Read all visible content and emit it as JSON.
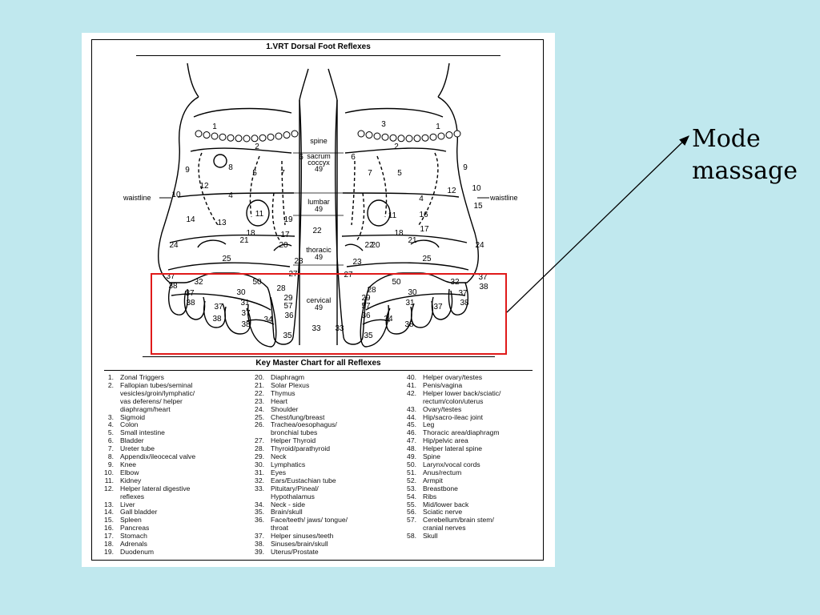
{
  "callout": {
    "line1": "Mode",
    "line2": "massage"
  },
  "chart": {
    "title": "1.VRT Dorsal Foot Reflexes",
    "key_title": "Key Master Chart for all Reflexes",
    "center_labels": [
      "spine",
      "sacrum",
      "coccyx",
      "49",
      "lumbar",
      "49",
      "thoracic",
      "49",
      "cervical",
      "49"
    ],
    "waist_labels": [
      "waistline",
      "waistline"
    ],
    "left_numbers": [
      "1",
      "2",
      "6",
      "9",
      "8",
      "5",
      "7",
      "12",
      "10",
      "4",
      "11",
      "13",
      "14",
      "19",
      "18",
      "17",
      "22",
      "21",
      "20",
      "24",
      "25",
      "23",
      "27",
      "37",
      "38",
      "32",
      "50",
      "28",
      "29",
      "30",
      "37",
      "31",
      "57",
      "38",
      "37",
      "37",
      "36",
      "34",
      "33",
      "38",
      "38",
      "35"
    ],
    "right_numbers": [
      "3",
      "1",
      "2",
      "6",
      "7",
      "5",
      "9",
      "12",
      "10",
      "4",
      "15",
      "11",
      "16",
      "17",
      "18",
      "21",
      "22",
      "20",
      "24",
      "25",
      "23",
      "27",
      "28",
      "50",
      "29",
      "57",
      "32",
      "37",
      "38",
      "30",
      "31",
      "37",
      "38",
      "36",
      "34",
      "33",
      "37",
      "38",
      "35"
    ],
    "key": {
      "col1": [
        {
          "n": "1.",
          "t": "Zonal Triggers"
        },
        {
          "n": "2.",
          "t": "Fallopian tubes/seminal\nvesicles/groin/lymphatic/\nvas deferens/ helper\ndiaphragm/heart"
        },
        {
          "n": "3.",
          "t": "Sigmoid"
        },
        {
          "n": "4.",
          "t": "Colon"
        },
        {
          "n": "5.",
          "t": "Small intestine"
        },
        {
          "n": "6.",
          "t": "Bladder"
        },
        {
          "n": "7.",
          "t": "Ureter tube"
        },
        {
          "n": "8.",
          "t": "Appendix/ileocecal valve"
        },
        {
          "n": "9.",
          "t": "Knee"
        },
        {
          "n": "10.",
          "t": "Elbow"
        },
        {
          "n": "11.",
          "t": "Kidney"
        },
        {
          "n": "12.",
          "t": "Helper lateral digestive\nreflexes"
        },
        {
          "n": "13.",
          "t": "Liver"
        },
        {
          "n": "14.",
          "t": "Gall bladder"
        },
        {
          "n": "15.",
          "t": "Spleen"
        },
        {
          "n": "16.",
          "t": "Pancreas"
        },
        {
          "n": "17.",
          "t": "Stomach"
        },
        {
          "n": "18.",
          "t": "Adrenals"
        },
        {
          "n": "19.",
          "t": "Duodenum"
        }
      ],
      "col2": [
        {
          "n": "20.",
          "t": "Diaphragm"
        },
        {
          "n": "21.",
          "t": "Solar Plexus"
        },
        {
          "n": "22.",
          "t": "Thymus"
        },
        {
          "n": "23.",
          "t": "Heart"
        },
        {
          "n": "24.",
          "t": "Shoulder"
        },
        {
          "n": "25.",
          "t": "Chest/lung/breast"
        },
        {
          "n": "26.",
          "t": "Trachea/oesophagus/\nbronchial tubes"
        },
        {
          "n": "27.",
          "t": "Helper Thyroid"
        },
        {
          "n": "28.",
          "t": "Thyroid/parathyroid"
        },
        {
          "n": "29.",
          "t": "Neck"
        },
        {
          "n": "30.",
          "t": "Lymphatics"
        },
        {
          "n": "31.",
          "t": "Eyes"
        },
        {
          "n": "32.",
          "t": "Ears/Eustachian tube"
        },
        {
          "n": "33.",
          "t": "Pituitary/Pineal/\nHypothalamus"
        },
        {
          "n": "34.",
          "t": "Neck - side"
        },
        {
          "n": "35.",
          "t": "Brain/skull"
        },
        {
          "n": "36.",
          "t": "Face/teeth/ jaws/ tongue/\nthroat"
        },
        {
          "n": "37.",
          "t": "Helper sinuses/teeth"
        },
        {
          "n": "38.",
          "t": "Sinuses/brain/skull"
        },
        {
          "n": "39.",
          "t": "Uterus/Prostate"
        }
      ],
      "col3": [
        {
          "n": "40.",
          "t": "Helper ovary/testes"
        },
        {
          "n": "41.",
          "t": "Penis/vagina"
        },
        {
          "n": "42.",
          "t": "Helper lower back/sciatic/\nrectum/colon/uterus"
        },
        {
          "n": "43.",
          "t": "Ovary/testes"
        },
        {
          "n": "44.",
          "t": "Hip/sacro-ileac joint"
        },
        {
          "n": "45.",
          "t": "Leg"
        },
        {
          "n": "46.",
          "t": "Thoracic area/diaphragm"
        },
        {
          "n": "47.",
          "t": "Hip/pelvic area"
        },
        {
          "n": "48.",
          "t": "Helper lateral spine"
        },
        {
          "n": "49.",
          "t": "Spine"
        },
        {
          "n": "50.",
          "t": "Larynx/vocal cords"
        },
        {
          "n": "51.",
          "t": "Anus/rectum"
        },
        {
          "n": "52.",
          "t": "Armpit"
        },
        {
          "n": "53.",
          "t": "Breastbone"
        },
        {
          "n": "54.",
          "t": "Ribs"
        },
        {
          "n": "55.",
          "t": "Mid/lower back"
        },
        {
          "n": "56.",
          "t": "Sciatic nerve"
        },
        {
          "n": "57.",
          "t": "Cerebellum/brain stem/\ncranial nerves"
        },
        {
          "n": "58.",
          "t": "Skull"
        }
      ]
    }
  },
  "colors": {
    "background": "#c0e8ee",
    "highlight": "#e01a1a",
    "ink": "#000000"
  }
}
